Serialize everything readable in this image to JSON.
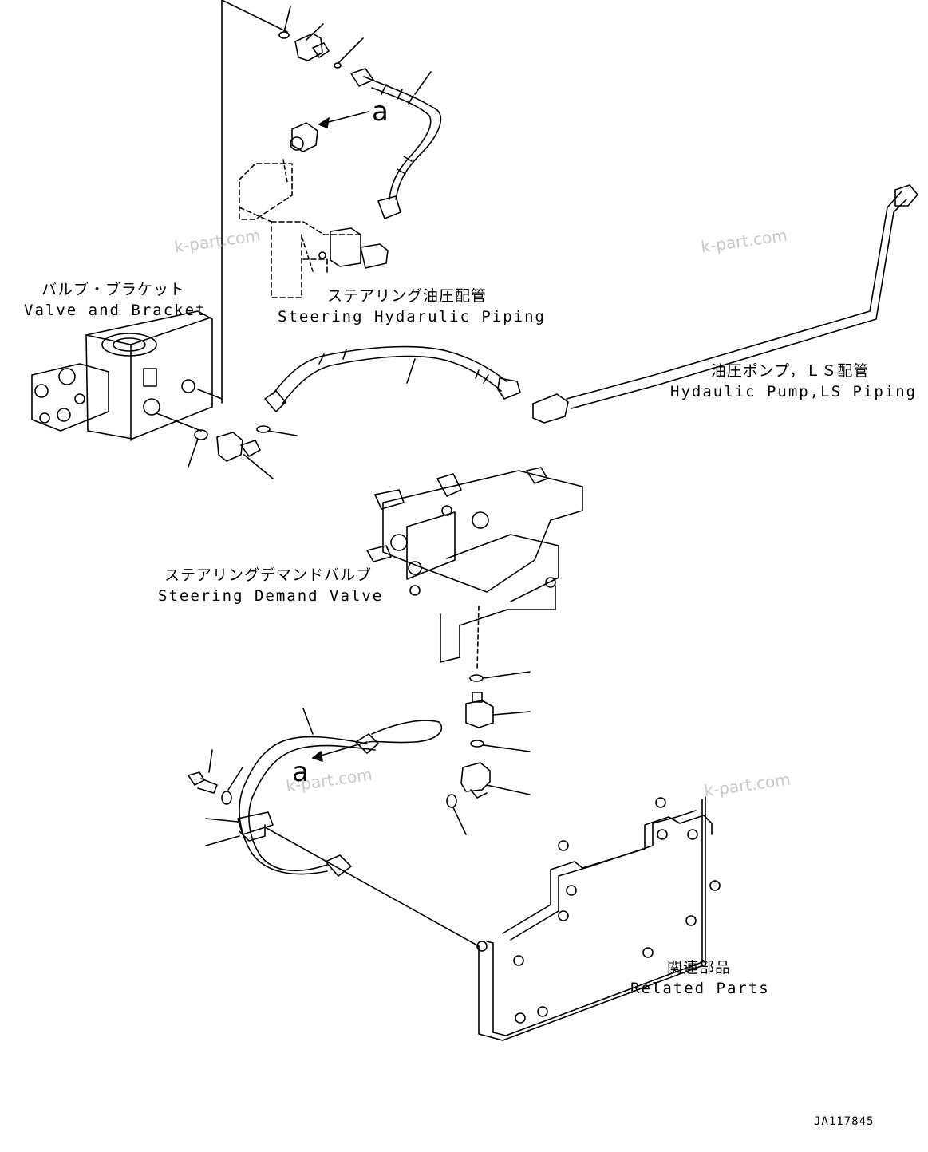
{
  "labels": {
    "valve_bracket": {
      "jp": "バルブ・ブラケット",
      "en": "Valve and Bracket"
    },
    "steering_piping": {
      "jp": "ステアリング油圧配管",
      "en": "Steering Hydarulic Piping"
    },
    "pump_piping": {
      "jp": "油圧ポンプ，ＬＳ配管",
      "en": "Hydaulic Pump,LS Piping"
    },
    "demand_valve": {
      "jp": "ステアリングデマンドバルブ",
      "en": "Steering Demand Valve"
    },
    "related_parts": {
      "jp": "関連部品",
      "en": "Related Parts"
    }
  },
  "reference_marks": [
    "a",
    "a"
  ],
  "watermark": "k-part.com",
  "drawing_code": "JA117845"
}
